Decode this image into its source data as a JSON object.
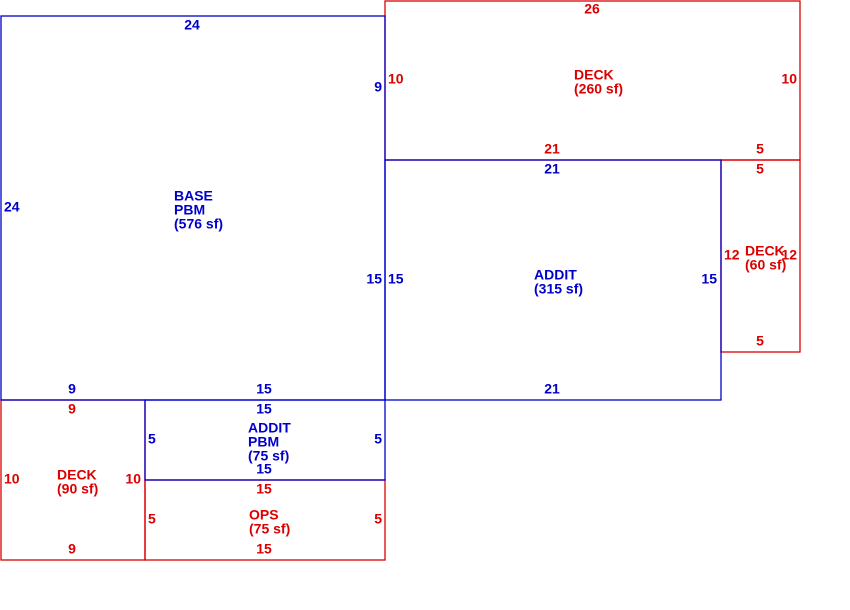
{
  "colors": {
    "blue": "#0000cc",
    "red": "#dd0000"
  },
  "areas": [
    {
      "id": "base-pbm",
      "color": "blue",
      "label": [
        "BASE",
        "PBM",
        "(576 sf)"
      ],
      "dims": [
        "24",
        "9",
        "15",
        "24",
        "9",
        "15"
      ]
    },
    {
      "id": "deck-260",
      "color": "red",
      "label": [
        "DECK",
        "(260 sf)"
      ],
      "dims": [
        "26",
        "10",
        "10",
        "21",
        "5"
      ]
    },
    {
      "id": "addit-315",
      "color": "blue",
      "label": [
        "ADDIT",
        "(315 sf)"
      ],
      "dims": [
        "21",
        "15",
        "15",
        "21"
      ]
    },
    {
      "id": "deck-60",
      "color": "red",
      "label": [
        "DECK",
        "(60 sf)"
      ],
      "dims": [
        "5",
        "12",
        "12",
        "5"
      ]
    },
    {
      "id": "deck-90",
      "color": "red",
      "label": [
        "DECK",
        "(90 sf)"
      ],
      "dims": [
        "9",
        "10",
        "10",
        "9"
      ]
    },
    {
      "id": "addit-pbm-75",
      "color": "blue",
      "label": [
        "ADDIT",
        "PBM",
        "(75 sf)"
      ],
      "dims": [
        "15",
        "5",
        "5",
        "15"
      ]
    },
    {
      "id": "ops-75",
      "color": "red",
      "label": [
        "OPS",
        "(75 sf)"
      ],
      "dims": [
        "15",
        "5",
        "5",
        "15"
      ]
    }
  ]
}
